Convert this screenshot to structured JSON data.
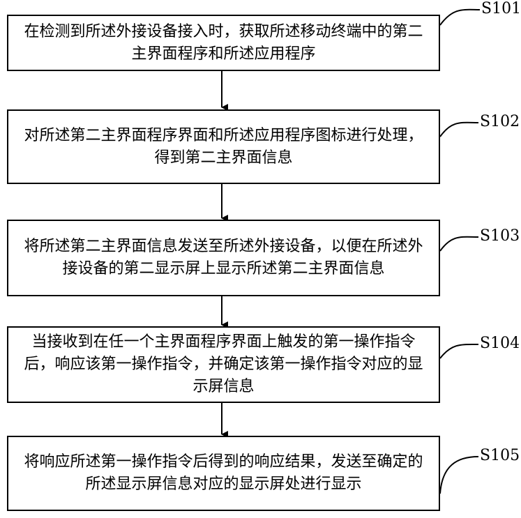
{
  "steps": [
    {
      "id": "S101",
      "text": "在检测到所述外接设备接入时，获取所述移动终端中的第二主界面程序和所述应用程序"
    },
    {
      "id": "S102",
      "text": "对所述第二主界面程序界面和所述应用程序图标进行处理，得到第二主界面信息"
    },
    {
      "id": "S103",
      "text": "将所述第二主界面信息发送至所述外接设备，以便在所述外接设备的第二显示屏上显示所述第二主界面信息"
    },
    {
      "id": "S104",
      "text": "当接收到在任一个主界面程序界面上触发的第一操作指令后，响应该第一操作指令，并确定该第一操作指令对应的显示屏信息"
    },
    {
      "id": "S105",
      "text": "将响应所述第一操作指令后得到的响应结果，发送至确定的所述显示屏信息对应的显示屏处进行显示"
    }
  ]
}
